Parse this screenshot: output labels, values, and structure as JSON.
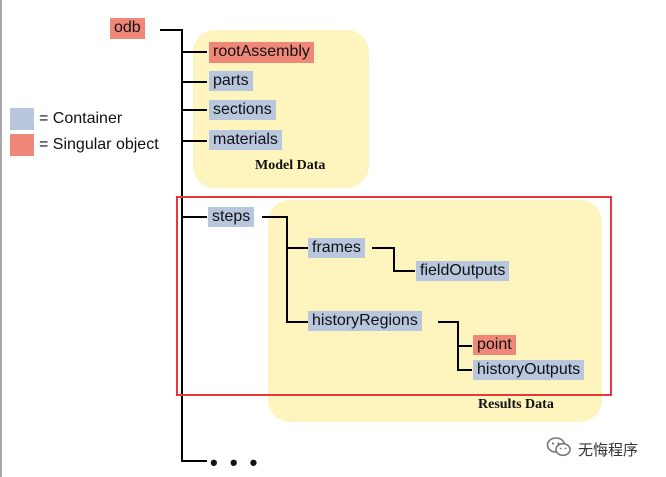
{
  "legend": {
    "container_label": "= Container",
    "singular_label": "= Singular object",
    "container_color": "#b8c6de",
    "singular_color": "#f0887a"
  },
  "tree": {
    "root": "odb",
    "model_nodes": [
      "rootAssembly",
      "parts",
      "sections",
      "materials"
    ],
    "steps": "steps",
    "frames": "frames",
    "field_outputs": "fieldOutputs",
    "history_regions": "historyRegions",
    "point": "point",
    "history_outputs": "historyOutputs",
    "more": "• • •"
  },
  "panels": {
    "model_caption": "Model Data",
    "results_caption": "Results Data",
    "panel_color": "#fdf5bd",
    "highlight_color": "#e8363a"
  },
  "watermark": {
    "text": "无悔程序",
    "icon": "wechat-logo-icon"
  }
}
